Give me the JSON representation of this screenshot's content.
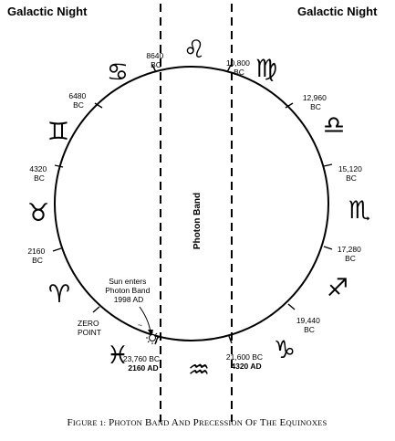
{
  "headers": {
    "left": "Galactic Night",
    "right": "Galactic Night"
  },
  "band_label": "Photon Band",
  "sun_note": [
    "Sun enters",
    "Photon Band",
    "1998 AD"
  ],
  "zero_point": [
    "ZERO",
    "POINT"
  ],
  "dates": [
    {
      "id": "8640-bc",
      "lines": [
        "8640",
        "BC"
      ]
    },
    {
      "id": "10800-bc",
      "lines": [
        "10,800",
        "BC"
      ]
    },
    {
      "id": "6480-bc",
      "lines": [
        "6480",
        "BC"
      ]
    },
    {
      "id": "12960-bc",
      "lines": [
        "12,960",
        "BC"
      ]
    },
    {
      "id": "4320-bc",
      "lines": [
        "4320",
        "BC"
      ]
    },
    {
      "id": "15120-bc",
      "lines": [
        "15,120",
        "BC"
      ]
    },
    {
      "id": "2160-bc",
      "lines": [
        "2160",
        "BC"
      ]
    },
    {
      "id": "17280-bc",
      "lines": [
        "17,280",
        "BC"
      ]
    },
    {
      "id": "19440-bc",
      "lines": [
        "19,440",
        "BC"
      ]
    },
    {
      "id": "23760-bc",
      "lines": [
        "23,760 BC"
      ],
      "bold_line": "2160 AD"
    },
    {
      "id": "21600-bc",
      "lines": [
        "21,600 BC"
      ],
      "bold_line": "4320 AD"
    }
  ],
  "zodiac": [
    {
      "name": "leo",
      "icon": "leo-icon",
      "glyph": "♌"
    },
    {
      "name": "cancer",
      "icon": "cancer-icon",
      "glyph": "♋"
    },
    {
      "name": "virgo",
      "icon": "virgo-icon",
      "glyph": "♍"
    },
    {
      "name": "gemini",
      "icon": "gemini-icon",
      "glyph": "♊"
    },
    {
      "name": "libra",
      "icon": "libra-icon",
      "glyph": "♎"
    },
    {
      "name": "taurus",
      "icon": "taurus-icon",
      "glyph": "♉"
    },
    {
      "name": "scorpio",
      "icon": "scorpio-icon",
      "glyph": "♏"
    },
    {
      "name": "aries",
      "icon": "aries-icon",
      "glyph": "♈"
    },
    {
      "name": "sagittarius",
      "icon": "sagittarius-icon",
      "glyph": "♐"
    },
    {
      "name": "pisces",
      "icon": "pisces-icon",
      "glyph": "♓"
    },
    {
      "name": "capricorn",
      "icon": "capricorn-icon",
      "glyph": "♑"
    },
    {
      "name": "aquarius",
      "icon": "aquarius-icon",
      "glyph": "♒"
    }
  ],
  "caption": {
    "label": "Figure 1:",
    "words": [
      "Photon",
      "Band",
      "and",
      "Precession",
      "of",
      "the",
      "Equinoxes"
    ]
  }
}
